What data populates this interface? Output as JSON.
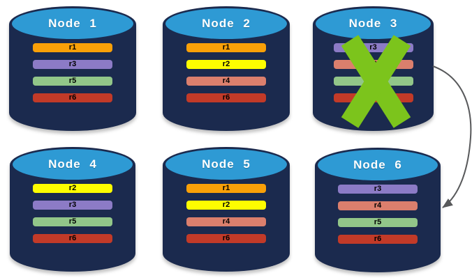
{
  "colors": {
    "cylinder_body": "#1B2A4E",
    "cylinder_cap": "#2E9AD4",
    "title_text": "#FFFFFF",
    "bar_text": "#000000",
    "arrow": "#58595B",
    "x_mark": "#7CC41C"
  },
  "nodes": [
    {
      "label": "Node 1",
      "failed": false,
      "bars": [
        {
          "label": "r1",
          "color": "#F9A008"
        },
        {
          "label": "r3",
          "color": "#8C7BC6"
        },
        {
          "label": "r5",
          "color": "#92C689"
        },
        {
          "label": "r6",
          "color": "#C23A28"
        }
      ]
    },
    {
      "label": "Node 2",
      "failed": false,
      "bars": [
        {
          "label": "r1",
          "color": "#F9A008"
        },
        {
          "label": "r2",
          "color": "#FDFD00"
        },
        {
          "label": "r4",
          "color": "#DB7F6D"
        },
        {
          "label": "r6",
          "color": "#C23A28"
        }
      ]
    },
    {
      "label": "Node 3",
      "failed": true,
      "bars": [
        {
          "label": "r3",
          "color": "#8C7BC6"
        },
        {
          "label": "r4",
          "color": "#DB7F6D"
        },
        {
          "label": "r5",
          "color": "#92C689"
        },
        {
          "label": "r6",
          "color": "#C23A28"
        }
      ]
    },
    {
      "label": "Node 4",
      "failed": false,
      "bars": [
        {
          "label": "r2",
          "color": "#FDFD00"
        },
        {
          "label": "r3",
          "color": "#8C7BC6"
        },
        {
          "label": "r5",
          "color": "#92C689"
        },
        {
          "label": "r6",
          "color": "#C23A28"
        }
      ]
    },
    {
      "label": "Node 5",
      "failed": false,
      "bars": [
        {
          "label": "r1",
          "color": "#F9A008"
        },
        {
          "label": "r2",
          "color": "#FDFD00"
        },
        {
          "label": "r4",
          "color": "#DB7F6D"
        },
        {
          "label": "r6",
          "color": "#C23A28"
        }
      ]
    },
    {
      "label": "Node 6",
      "failed": false,
      "bars": [
        {
          "label": "r3",
          "color": "#8C7BC6"
        },
        {
          "label": "r4",
          "color": "#DB7F6D"
        },
        {
          "label": "r5",
          "color": "#92C689"
        },
        {
          "label": "r6",
          "color": "#C23A28"
        }
      ]
    }
  ],
  "arrow": {
    "from": "Node 3",
    "to": "Node 6"
  }
}
